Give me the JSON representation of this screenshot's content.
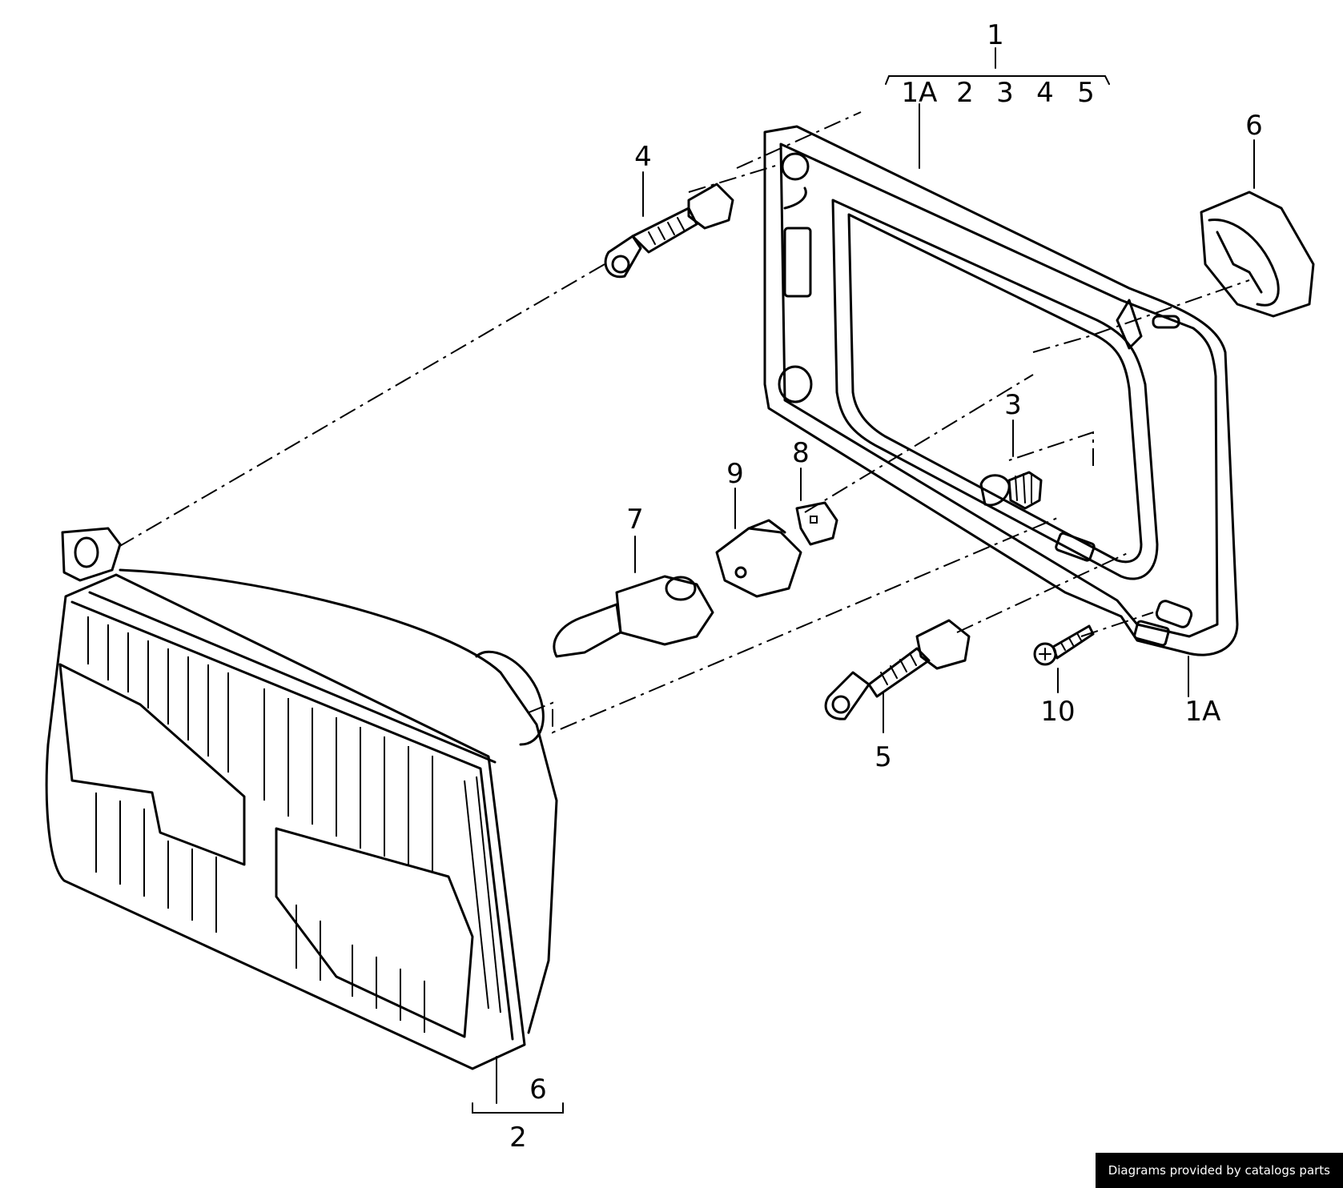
{
  "labels": {
    "l1": "1",
    "l1A_top": "1A",
    "l2_top": "2",
    "l3_top": "3",
    "l4_top": "4",
    "l5_top": "5",
    "l6_top": "6",
    "l4": "4",
    "l3": "3",
    "l8": "8",
    "l9": "9",
    "l7": "7",
    "l5": "5",
    "l10": "10",
    "l1A_bottom": "1A",
    "l6_bottom": "6",
    "l2_bottom": "2"
  },
  "footer": {
    "credit": "Diagrams provided by catalogs parts"
  }
}
